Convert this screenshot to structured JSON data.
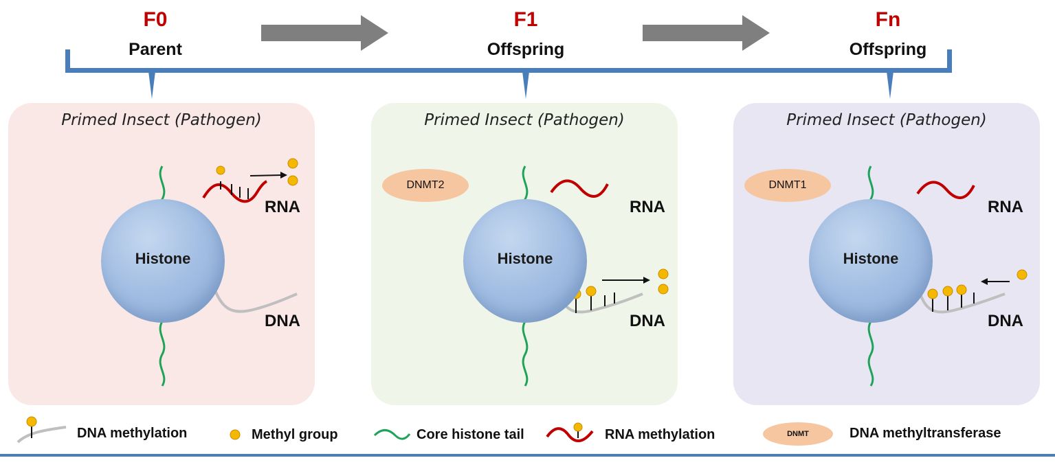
{
  "generations": [
    {
      "code": "F0",
      "label": "Parent"
    },
    {
      "code": "F1",
      "label": "Offspring"
    },
    {
      "code": "Fn",
      "label": "Offspring"
    }
  ],
  "panels": [
    {
      "title": "Primed Insect (Pathogen)",
      "histone": "Histone",
      "rna": "RNA",
      "dna": "DNA",
      "enzyme": "",
      "bg": "#f9e8e6"
    },
    {
      "title": "Primed Insect (Pathogen)",
      "histone": "Histone",
      "rna": "RNA",
      "dna": "DNA",
      "enzyme": "DNMT2",
      "bg": "#eff5e8"
    },
    {
      "title": "Primed Insect (Pathogen)",
      "histone": "Histone",
      "rna": "RNA",
      "dna": "DNA",
      "enzyme": "DNMT1",
      "bg": "#e7e6f2"
    }
  ],
  "legend": {
    "dna_methylation": "DNA methylation",
    "methyl_group": "Methyl group",
    "histone_tail": "Core histone tail",
    "rna_methylation": "RNA methylation",
    "dnmt_badge": "DNMT",
    "dnmt": "DNA methyltransferase"
  },
  "colors": {
    "generation_code": "#c00000",
    "timeline": "#4a7ebb",
    "arrow": "#7f7f7f",
    "methyl": "#f5b800",
    "rna": "#c00000",
    "histone_tail": "#1fa25a",
    "dna": "#bfbfbf",
    "dnmt": "#f5c6a0"
  }
}
